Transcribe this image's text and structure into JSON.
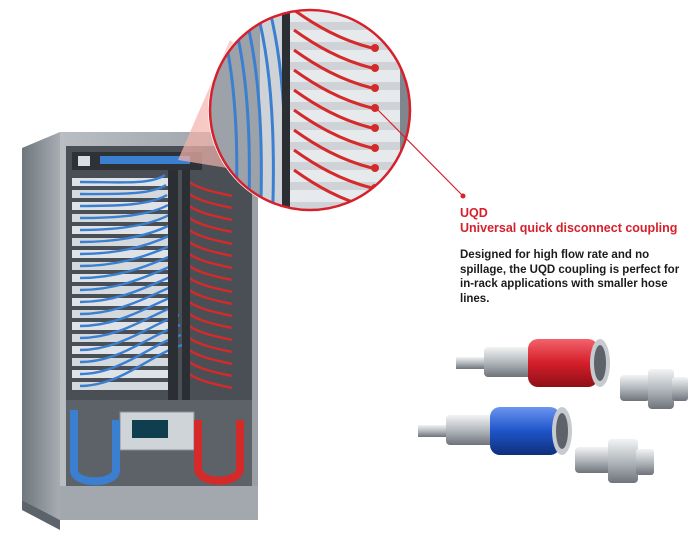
{
  "callout": {
    "title": "UQD",
    "subtitle": "Universal quick disconnect coupling",
    "description": "Designed for high flow rate and no spillage, the UQD coupling is perfect for in-rack applications with smaller hose lines."
  },
  "colors": {
    "accent_red": "#d6202b",
    "hose_blue": "#3a7fd0",
    "hose_red": "#d42a2a",
    "rack_gray": "#8e959c",
    "coupling_red": "#d41f2b",
    "coupling_blue": "#1f55c9"
  },
  "illustration": {
    "rack": "server-rack-with-liquid-cooling-hoses",
    "magnifier": "zoomed-view-of-uqd-connectors",
    "couplings": "uqd-coupling-pairs-red-and-blue"
  }
}
